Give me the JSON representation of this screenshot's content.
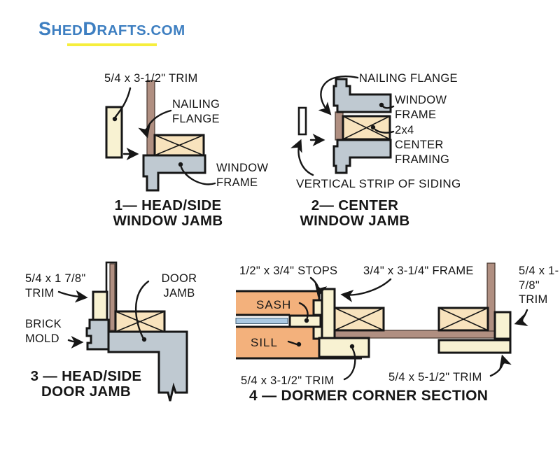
{
  "logo": {
    "part1": "S",
    "part2": "hed",
    "part3": "D",
    "part4": "rafts",
    "part5": ".com"
  },
  "colors": {
    "brand_blue": "#3e7fc1",
    "underline_yellow": "#f6ee3c",
    "line_black": "#161616",
    "wood_cream": "#f8f2d2",
    "framing_wheat": "#f8e3bd",
    "frame_gray": "#bfc9d1",
    "siding_brown": "#b08f81",
    "sash_orange": "#f3b17c",
    "glass_blue": "#aac9e3"
  },
  "diagram1": {
    "labels": {
      "trim": "5/4 x 3-1/2\" TRIM",
      "nailing_flange": "NAILING FLANGE",
      "window_frame": "WINDOW FRAME"
    },
    "caption": "1— HEAD/SIDE WINDOW JAMB"
  },
  "diagram2": {
    "labels": {
      "nailing_flange": "NAILING FLANGE",
      "window_frame": "WINDOW FRAME",
      "center_framing": "2x4 CENTER FRAMING",
      "vertical_siding": "VERTICAL STRIP OF SIDING"
    },
    "caption": "2— CENTER WINDOW JAMB"
  },
  "diagram3": {
    "labels": {
      "trim": "5/4 x 1 7/8\" TRIM",
      "door_jamb": "DOOR JAMB",
      "brick_mold": "BRICK MOLD"
    },
    "caption": "3 — HEAD/SIDE DOOR JAMB"
  },
  "diagram4": {
    "labels": {
      "stops": "1/2\" x 3/4\" STOPS",
      "frame": "3/4\" x 3-1/4\" FRAME",
      "trim_right": "5/4 x 1-7/8\" TRIM",
      "sash": "SASH",
      "sill": "SILL",
      "trim_bottom_left": "5/4 x 3-1/2\" TRIM",
      "trim_bottom_right": "5/4 x 5-1/2\" TRIM"
    },
    "caption": "4 — DORMER CORNER SECTION"
  }
}
